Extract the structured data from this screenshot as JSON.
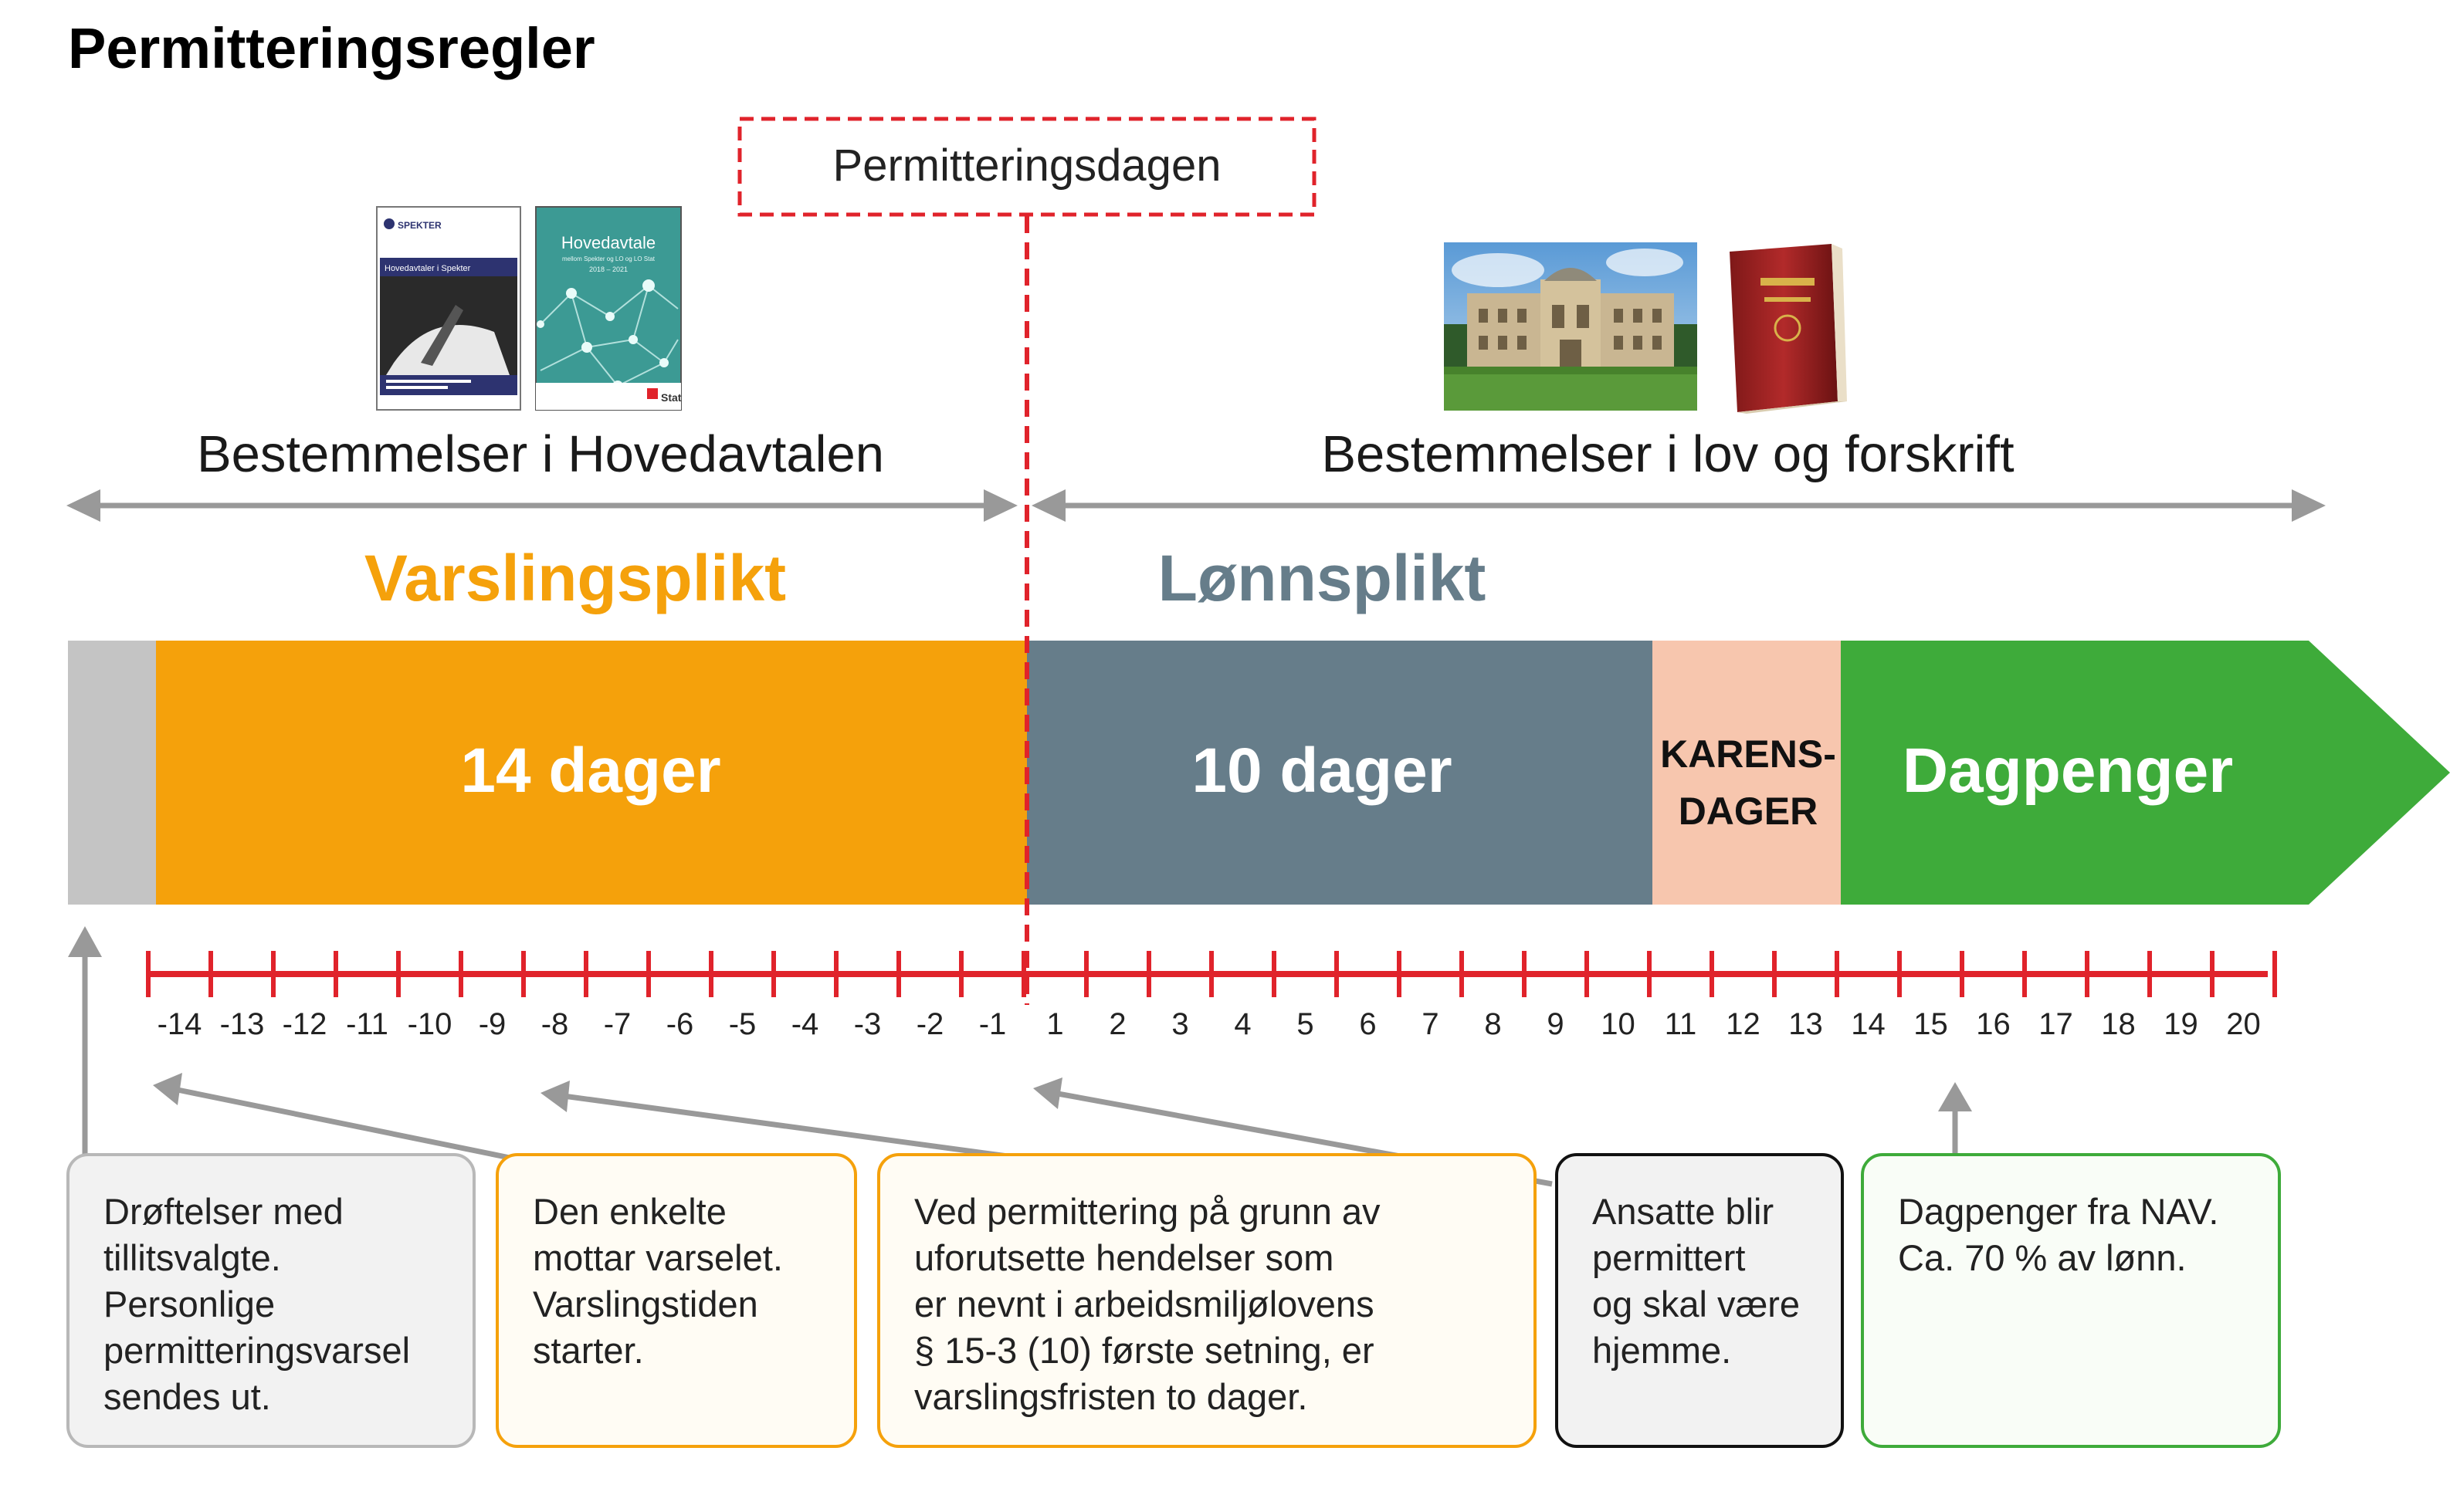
{
  "title": "Permitteringsregler",
  "permitteringsdagen_label": "Permitteringsdagen",
  "ranges": {
    "left_label": "Bestemmelser i Hovedavtalen",
    "right_label": "Bestemmelser i lov og forskrift"
  },
  "booklets": [
    {
      "name": "spekter-booklet",
      "brand": "SPEKTER",
      "heading": "Hovedavtaler i Spekter"
    },
    {
      "name": "hovedavtale-booklet",
      "brand": "Hovedavtale",
      "subtitle": "mellom Spekter og LO og LO Stat",
      "years": "2018 – 2021",
      "logo_text": "Stat"
    }
  ],
  "phases": {
    "varsling_heading": "Varslingsplikt",
    "lonn_heading": "Lønnsplikt",
    "varsling_days": "14 dager",
    "lonn_days": "10 dager",
    "karens_line1": "KARENS-",
    "karens_line2": "DAGER",
    "dagpenger": "Dagpenger"
  },
  "timeline": {
    "ticks": [
      "-14",
      "-13",
      "-12",
      "-11",
      "-10",
      "-9",
      "-8",
      "-7",
      "-6",
      "-5",
      "-4",
      "-3",
      "-2",
      "-1",
      "1",
      "2",
      "3",
      "4",
      "5",
      "6",
      "7",
      "8",
      "9",
      "10",
      "11",
      "12",
      "13",
      "14",
      "15",
      "16",
      "17",
      "18",
      "19",
      "20"
    ]
  },
  "notes": [
    {
      "name": "note-drofting",
      "lines": [
        "Drøftelser med",
        "tillitsvalgte.",
        "Personlige",
        "permitteringsvarsel",
        "sendes ut."
      ]
    },
    {
      "name": "note-varsel-mottatt",
      "lines": [
        "Den enkelte",
        "mottar varselet.",
        "Varslingstiden",
        "starter."
      ]
    },
    {
      "name": "note-uforutsette",
      "lines": [
        "Ved permittering på grunn av",
        "uforutsette hendelser som",
        "er nevnt i arbeidsmiljølovens",
        "§ 15-3 (10) første setning, er",
        "varslingsfristen to dager."
      ]
    },
    {
      "name": "note-permittert",
      "lines": [
        "Ansatte blir",
        "permittert",
        "og skal være",
        "hjemme."
      ]
    },
    {
      "name": "note-dagpenger",
      "lines": [
        "Dagpenger fra NAV.",
        "Ca. 70 % av lønn."
      ]
    }
  ],
  "colors": {
    "varsling": "#F5A10B",
    "lonn": "#667D8A",
    "karens": "#F7C6AE",
    "dagpenger": "#3EAB3A",
    "grey_block": "#C4C4C4",
    "timeline_red": "#E0232B",
    "range_arrow": "#999999"
  }
}
